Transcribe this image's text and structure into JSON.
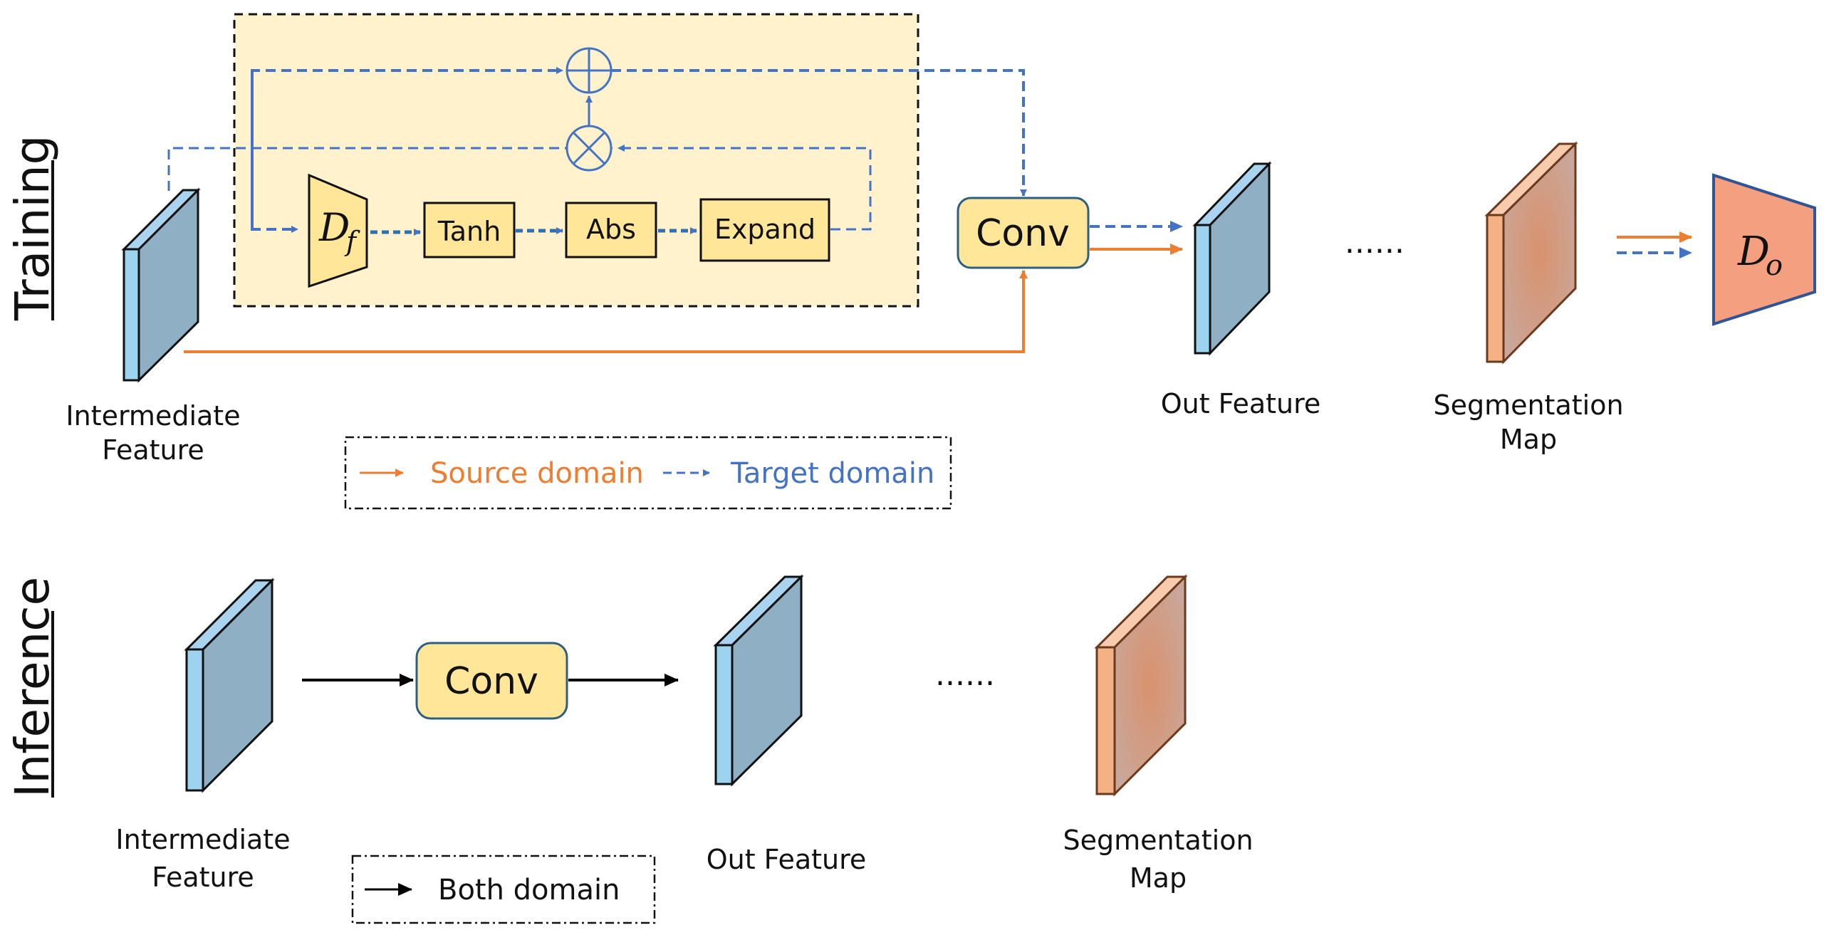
{
  "training": {
    "side_label": "Training",
    "modules": {
      "df_main": "D",
      "df_sub": "f",
      "tanh": "Tanh",
      "abs": "Abs",
      "expand": "Expand",
      "conv": "Conv"
    },
    "input_label_line1": "Intermediate",
    "input_label_line2": "Feature",
    "output_label": "Out Feature",
    "ellipsis": "......",
    "seg_label_line1": "Segmentation",
    "seg_label_line2": "Map",
    "do_main": "D",
    "do_sub": "o"
  },
  "legend_training": {
    "source": "Source domain",
    "target": "Target domain"
  },
  "inference": {
    "side_label": "Inference",
    "conv": "Conv",
    "input_label_line1": "Intermediate",
    "input_label_line2": "Feature",
    "output_label": "Out Feature",
    "ellipsis": "......",
    "seg_label_line1": "Segmentation",
    "seg_label_line2": "Map"
  },
  "legend_inference": {
    "both": "Both domain"
  },
  "colors": {
    "source": "#ED7D31",
    "target": "#4472C4",
    "module_fill": "#FFE699",
    "panel_fill": "#FFF2CC",
    "feature_front": "#9DC3E6",
    "feature_face": "#8FB0C4",
    "seg_front": "#F4B183",
    "do_fill": "#F4A080"
  }
}
